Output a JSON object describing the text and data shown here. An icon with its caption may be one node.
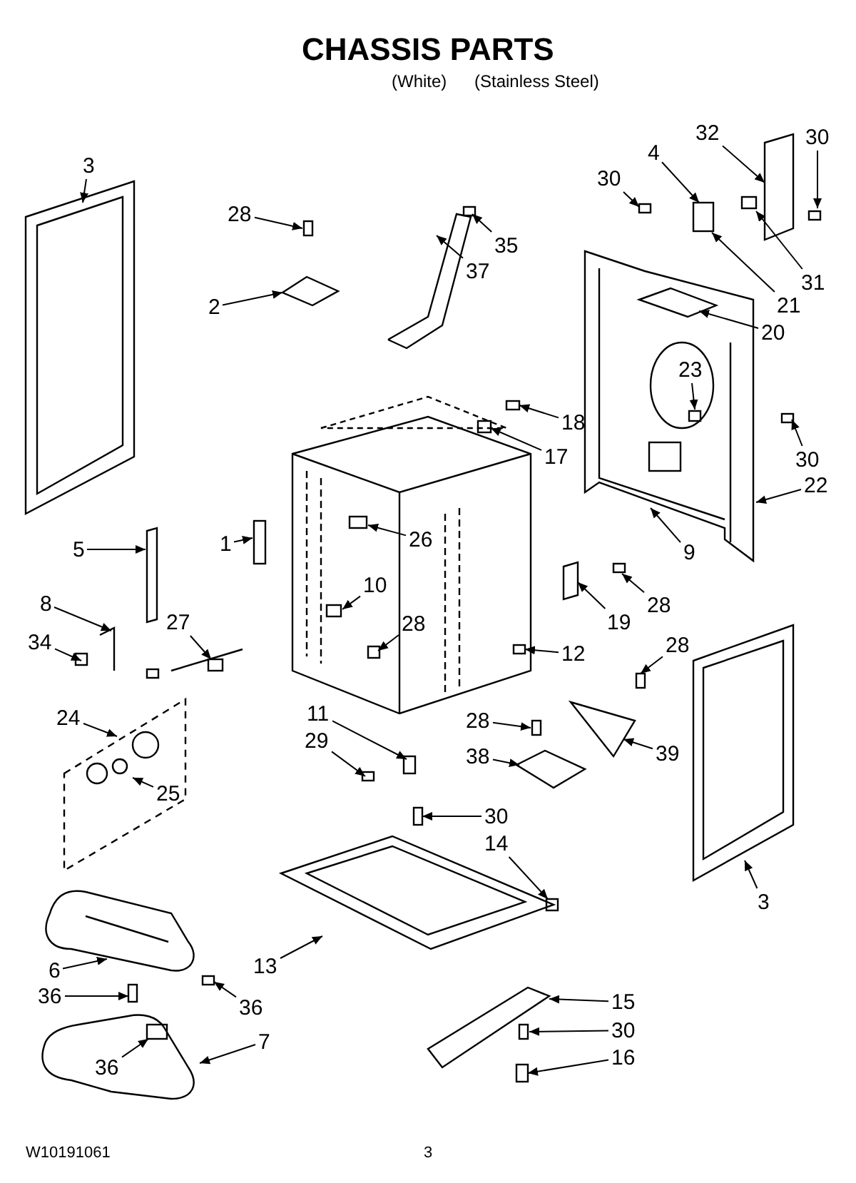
{
  "diagram": {
    "title": "CHASSIS PARTS",
    "nodes": [
      {
        "text": [
          "3"
        ]
      },
      {
        "text": [
          "28"
        ]
      },
      {
        "text": [
          "2"
        ]
      },
      {
        "text": [
          "37"
        ]
      },
      {
        "text": [
          "35"
        ]
      },
      {
        "text": [
          "30"
        ]
      },
      {
        "text": [
          "4"
        ]
      },
      {
        "text": [
          "32"
        ]
      },
      {
        "text": [
          "30"
        ]
      },
      {
        "text": [
          "31"
        ]
      },
      {
        "text": [
          "21"
        ]
      },
      {
        "text": [
          "20"
        ]
      },
      {
        "text": [
          "23"
        ]
      },
      {
        "text": [
          "18"
        ]
      },
      {
        "text": [
          "17"
        ]
      },
      {
        "text": [
          "30"
        ]
      },
      {
        "text": [
          "22"
        ]
      },
      {
        "text": [
          "9"
        ]
      },
      {
        "text": [
          "1"
        ]
      },
      {
        "text": [
          "26"
        ]
      },
      {
        "text": [
          "5"
        ]
      },
      {
        "text": [
          "8"
        ]
      },
      {
        "text": [
          "34"
        ]
      },
      {
        "text": [
          "27"
        ]
      },
      {
        "text": [
          "10"
        ]
      },
      {
        "text": [
          "28"
        ]
      },
      {
        "text": [
          "19"
        ]
      },
      {
        "text": [
          "28"
        ]
      },
      {
        "text": [
          "12"
        ]
      },
      {
        "text": [
          "28"
        ]
      },
      {
        "text": [
          "39"
        ]
      },
      {
        "text": [
          "28"
        ]
      },
      {
        "text": [
          "38"
        ]
      },
      {
        "text": [
          "11"
        ]
      },
      {
        "text": [
          "29"
        ]
      },
      {
        "text": [
          "30"
        ]
      },
      {
        "text": [
          "24"
        ]
      },
      {
        "text": [
          "25"
        ]
      },
      {
        "text": [
          "14"
        ]
      },
      {
        "text": [
          "3"
        ]
      },
      {
        "text": [
          "6"
        ]
      },
      {
        "text": [
          "36"
        ]
      },
      {
        "text": [
          "13"
        ]
      },
      {
        "text": [
          "36"
        ]
      },
      {
        "text": [
          "7"
        ]
      },
      {
        "text": [
          "36"
        ]
      },
      {
        "text": [
          "15"
        ]
      },
      {
        "text": [
          "30"
        ]
      },
      {
        "text": [
          "16"
        ]
      }
    ],
    "edges": [
      {
        "from": 0,
        "to": null,
        "arrow": "to"
      },
      {
        "from": 1,
        "to": null,
        "arrow": "to"
      },
      {
        "from": 2,
        "to": null,
        "arrow": "to"
      },
      {
        "from": 3,
        "to": null,
        "arrow": "to"
      },
      {
        "from": 4,
        "to": null,
        "arrow": "to"
      },
      {
        "from": 5,
        "to": null,
        "arrow": "to"
      },
      {
        "from": 6,
        "to": null,
        "arrow": "to"
      },
      {
        "from": 7,
        "to": null,
        "arrow": "to"
      },
      {
        "from": 8,
        "to": null,
        "arrow": "to"
      },
      {
        "from": 9,
        "to": null,
        "arrow": "to"
      },
      {
        "from": 10,
        "to": null,
        "arrow": "to"
      },
      {
        "from": 11,
        "to": null,
        "arrow": "to"
      },
      {
        "from": 12,
        "to": null,
        "arrow": "to"
      },
      {
        "from": 13,
        "to": null,
        "arrow": "to"
      },
      {
        "from": 14,
        "to": null,
        "arrow": "to"
      },
      {
        "from": 15,
        "to": null,
        "arrow": "to"
      },
      {
        "from": 16,
        "to": null,
        "arrow": "to"
      },
      {
        "from": 17,
        "to": null,
        "arrow": "to"
      },
      {
        "from": 18,
        "to": null,
        "arrow": "to"
      },
      {
        "from": 19,
        "to": null,
        "arrow": "to"
      },
      {
        "from": 20,
        "to": null,
        "arrow": "to"
      },
      {
        "from": 21,
        "to": null,
        "arrow": "to"
      },
      {
        "from": 22,
        "to": null,
        "arrow": "to"
      },
      {
        "from": 23,
        "to": null,
        "arrow": "to"
      },
      {
        "from": 24,
        "to": null,
        "arrow": "to"
      },
      {
        "from": 25,
        "to": null,
        "arrow": "to"
      },
      {
        "from": 26,
        "to": null,
        "arrow": "to"
      },
      {
        "from": 27,
        "to": null,
        "arrow": "to"
      },
      {
        "from": 28,
        "to": null,
        "arrow": "to"
      },
      {
        "from": 29,
        "to": null,
        "arrow": "to"
      },
      {
        "from": 30,
        "to": null,
        "arrow": "to"
      },
      {
        "from": 31,
        "to": null,
        "arrow": "to"
      },
      {
        "from": 32,
        "to": null,
        "arrow": "to"
      },
      {
        "from": 33,
        "to": null,
        "arrow": "to"
      },
      {
        "from": 34,
        "to": null,
        "arrow": "to"
      },
      {
        "from": 35,
        "to": null,
        "arrow": "to"
      },
      {
        "from": 36,
        "to": null,
        "arrow": "to"
      },
      {
        "from": 37,
        "to": null,
        "arrow": "to"
      },
      {
        "from": 38,
        "to": null,
        "arrow": "to"
      },
      {
        "from": 39,
        "to": null,
        "arrow": "to"
      },
      {
        "from": 40,
        "to": null,
        "arrow": "to"
      },
      {
        "from": 41,
        "to": null,
        "arrow": "to"
      },
      {
        "from": 42,
        "to": null,
        "arrow": "to"
      },
      {
        "from": 43,
        "to": null,
        "arrow": "to"
      },
      {
        "from": 44,
        "to": null,
        "arrow": "to"
      },
      {
        "from": 45,
        "to": null,
        "arrow": "to"
      },
      {
        "from": 46,
        "to": null,
        "arrow": "to"
      },
      {
        "from": 47,
        "to": null,
        "arrow": "to"
      },
      {
        "from": 48,
        "to": null,
        "arrow": "to"
      }
    ],
    "labels": [
      "(White)",
      "(Stainless Steel)",
      "W10191061",
      "3"
    ]
  }
}
